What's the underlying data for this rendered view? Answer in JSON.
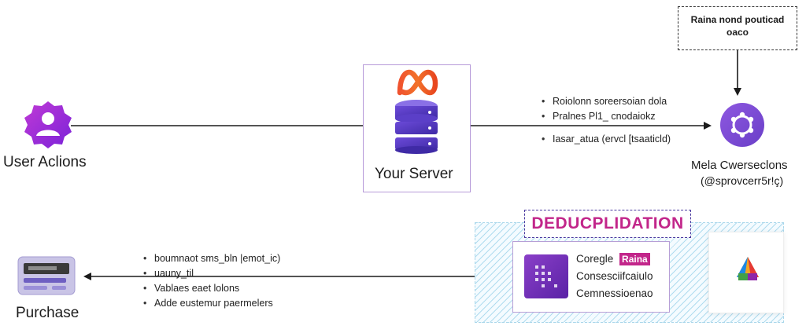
{
  "nodes": {
    "user_actions": {
      "label": "User Aclions",
      "icon": "user-profile-icon"
    },
    "server": {
      "label": "Your Server",
      "logo": "meta-logo-icon",
      "icon": "database-server-icon"
    },
    "meta_capi": {
      "label_line1": "Mela Cwerseclons",
      "label_line2": "(@sprovcerr5r!ç)",
      "icon": "meta-capi-icon"
    },
    "purchase": {
      "label": "Purchase",
      "icon": "purchase-card-icon"
    },
    "note": {
      "text_line1": "Raina nond pouticad",
      "text_line2": "oaco"
    }
  },
  "server_capi_bullets": [
    "Roiolonn soreersoian dola",
    "Pralnes Pl1_ cnodaiokz",
    "Iasar_atua (ervcl [tsaaticld)"
  ],
  "purchase_bullets": [
    "boumnaot sms_bln |emot_ic)",
    "uauny_til",
    "Vablaes eaet lolons",
    "Adde eustemur paermelers"
  ],
  "dedup": {
    "title": "DEDUCPLIDATION",
    "gtm_icon": "tag-manager-icon",
    "gtm_lines": [
      "Coregle",
      "Consesciifcaiulo",
      "Cemnessioenao"
    ],
    "gtm_highlight": "Raina",
    "ga_icon": "google-analytics-icon"
  },
  "colors": {
    "brand_purple": "#7b3fc4",
    "accent_magenta": "#c2268a",
    "hatch_blue": "#a9d6ea"
  }
}
